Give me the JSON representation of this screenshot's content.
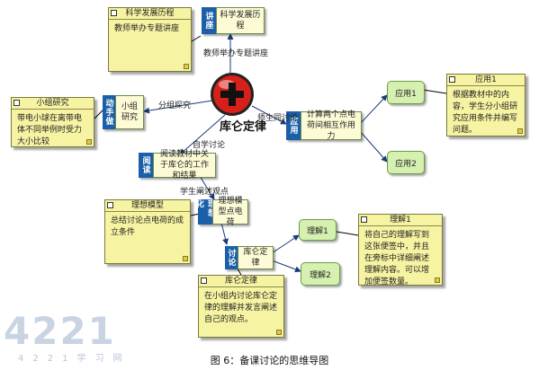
{
  "central": {
    "title": "库仑定律"
  },
  "nodes": {
    "kexue": {
      "tag": "讲座",
      "text": "科学发展历程"
    },
    "xiaozu": {
      "tag": "动手做",
      "text": "小组研究"
    },
    "yingyong": {
      "tag": "应用",
      "text": "计算两个点电荷间相互作用力"
    },
    "yuedu": {
      "tag": "阅读",
      "text": "阅读教材中关于库仑的工作和结果"
    },
    "lixiang": {
      "tag": "理想化",
      "text": "理想模型点电荷"
    },
    "taolun": {
      "tag": "讨论",
      "text": "库仑定律"
    }
  },
  "pills": {
    "yy1": "应用1",
    "yy2": "应用2",
    "lj1": "理解1",
    "lj2": "理解2"
  },
  "notes": {
    "kexue": {
      "title": "科学发展历程",
      "body": "教师举办专题讲座"
    },
    "xiaozu": {
      "title": "小组研究",
      "body": "带电小球在离带电体不同举例时受力大小比较"
    },
    "yingyong1": {
      "title": "应用1",
      "body": "根据教材中的内容，学生分小组研究应用条件并编写问题。"
    },
    "lixiang": {
      "title": "理想模型",
      "body": "总结讨论点电荷的成立条件"
    },
    "lijie1": {
      "title": "理解1",
      "body": "将自己的理解写到这张便签中，并且在旁标中详细阐述理解内容。可以增加便签数量。"
    },
    "kulun": {
      "title": "库仑定律",
      "body": "在小组内讨论库仑定律的理解并发言阐述自己的观点。"
    }
  },
  "edge_labels": {
    "teacher": "教师举办专题讲座",
    "group": "分组探究",
    "apply": "师生同讨论",
    "self": "自学讨论",
    "student": "学生阐述观点"
  },
  "watermark": {
    "number": "4221",
    "site": "4221学习网"
  },
  "caption": "图 6：备课讨论的思维导图",
  "colors": {
    "tag_blue": "#1a5fa8",
    "note_yellow": "#f6f3a2",
    "pill_green": "#d6f0b0",
    "center_red": "#d8201a"
  }
}
